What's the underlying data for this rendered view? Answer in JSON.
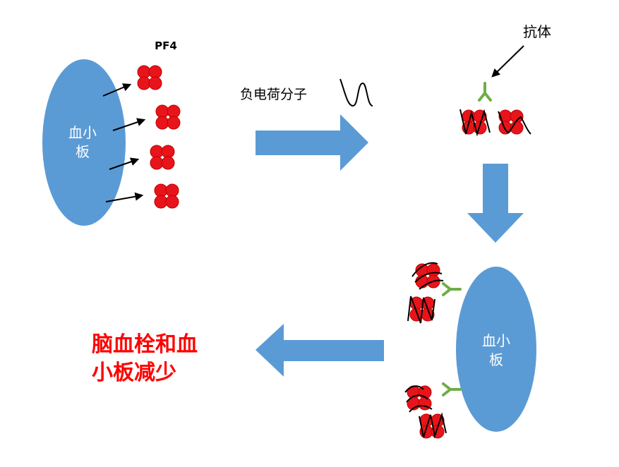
{
  "labels": {
    "pf4": "PF4",
    "platelet_top": [
      "血小",
      "板"
    ],
    "platelet_bottom": [
      "血小",
      "板"
    ],
    "negative_molecule": "负电荷分子",
    "antibody": "抗体",
    "outcome": [
      "脑血栓和血",
      "小板减少"
    ]
  },
  "colors": {
    "platelet": "#5b9bd5",
    "arrow": "#5b9bd5",
    "pf4": "#e8141b",
    "pf4_edge": "#c00000",
    "antibody": "#70ad47",
    "outcome_text": "#ff0000",
    "label_text": "#000000",
    "platelet_text": "#ffffff"
  }
}
